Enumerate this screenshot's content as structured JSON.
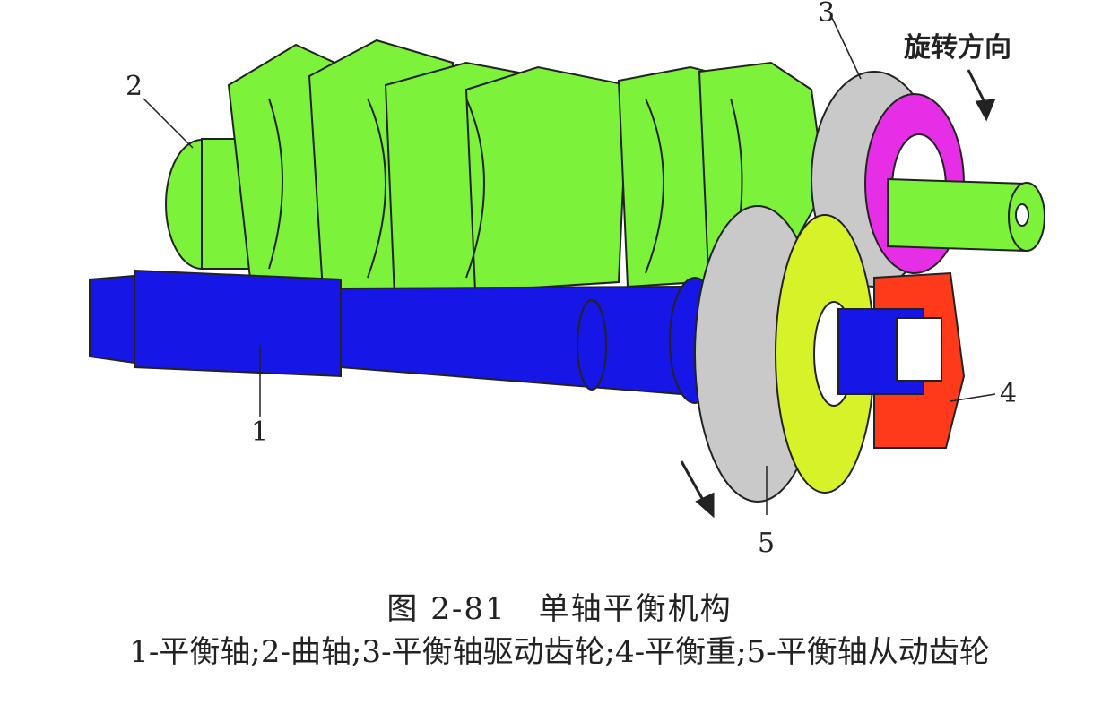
{
  "diagram": {
    "title": "图 2-81　单轴平衡机构",
    "legend": "1-平衡轴;2-曲轴;3-平衡轴驱动齿轮;4-平衡重;5-平衡轴从动齿轮",
    "rotation_label": "旋转方向",
    "callouts": [
      "1",
      "2",
      "3",
      "4",
      "5"
    ],
    "colors": {
      "crankshaft": "#7cf23a",
      "balance_shaft": "#1616e6",
      "drive_gear_sprocket": "#e62ee6",
      "driven_gear_sprocket": "#d8f22a",
      "counterweight": "#ff3a1a",
      "gear_teeth": "#c9c9c9"
    }
  }
}
